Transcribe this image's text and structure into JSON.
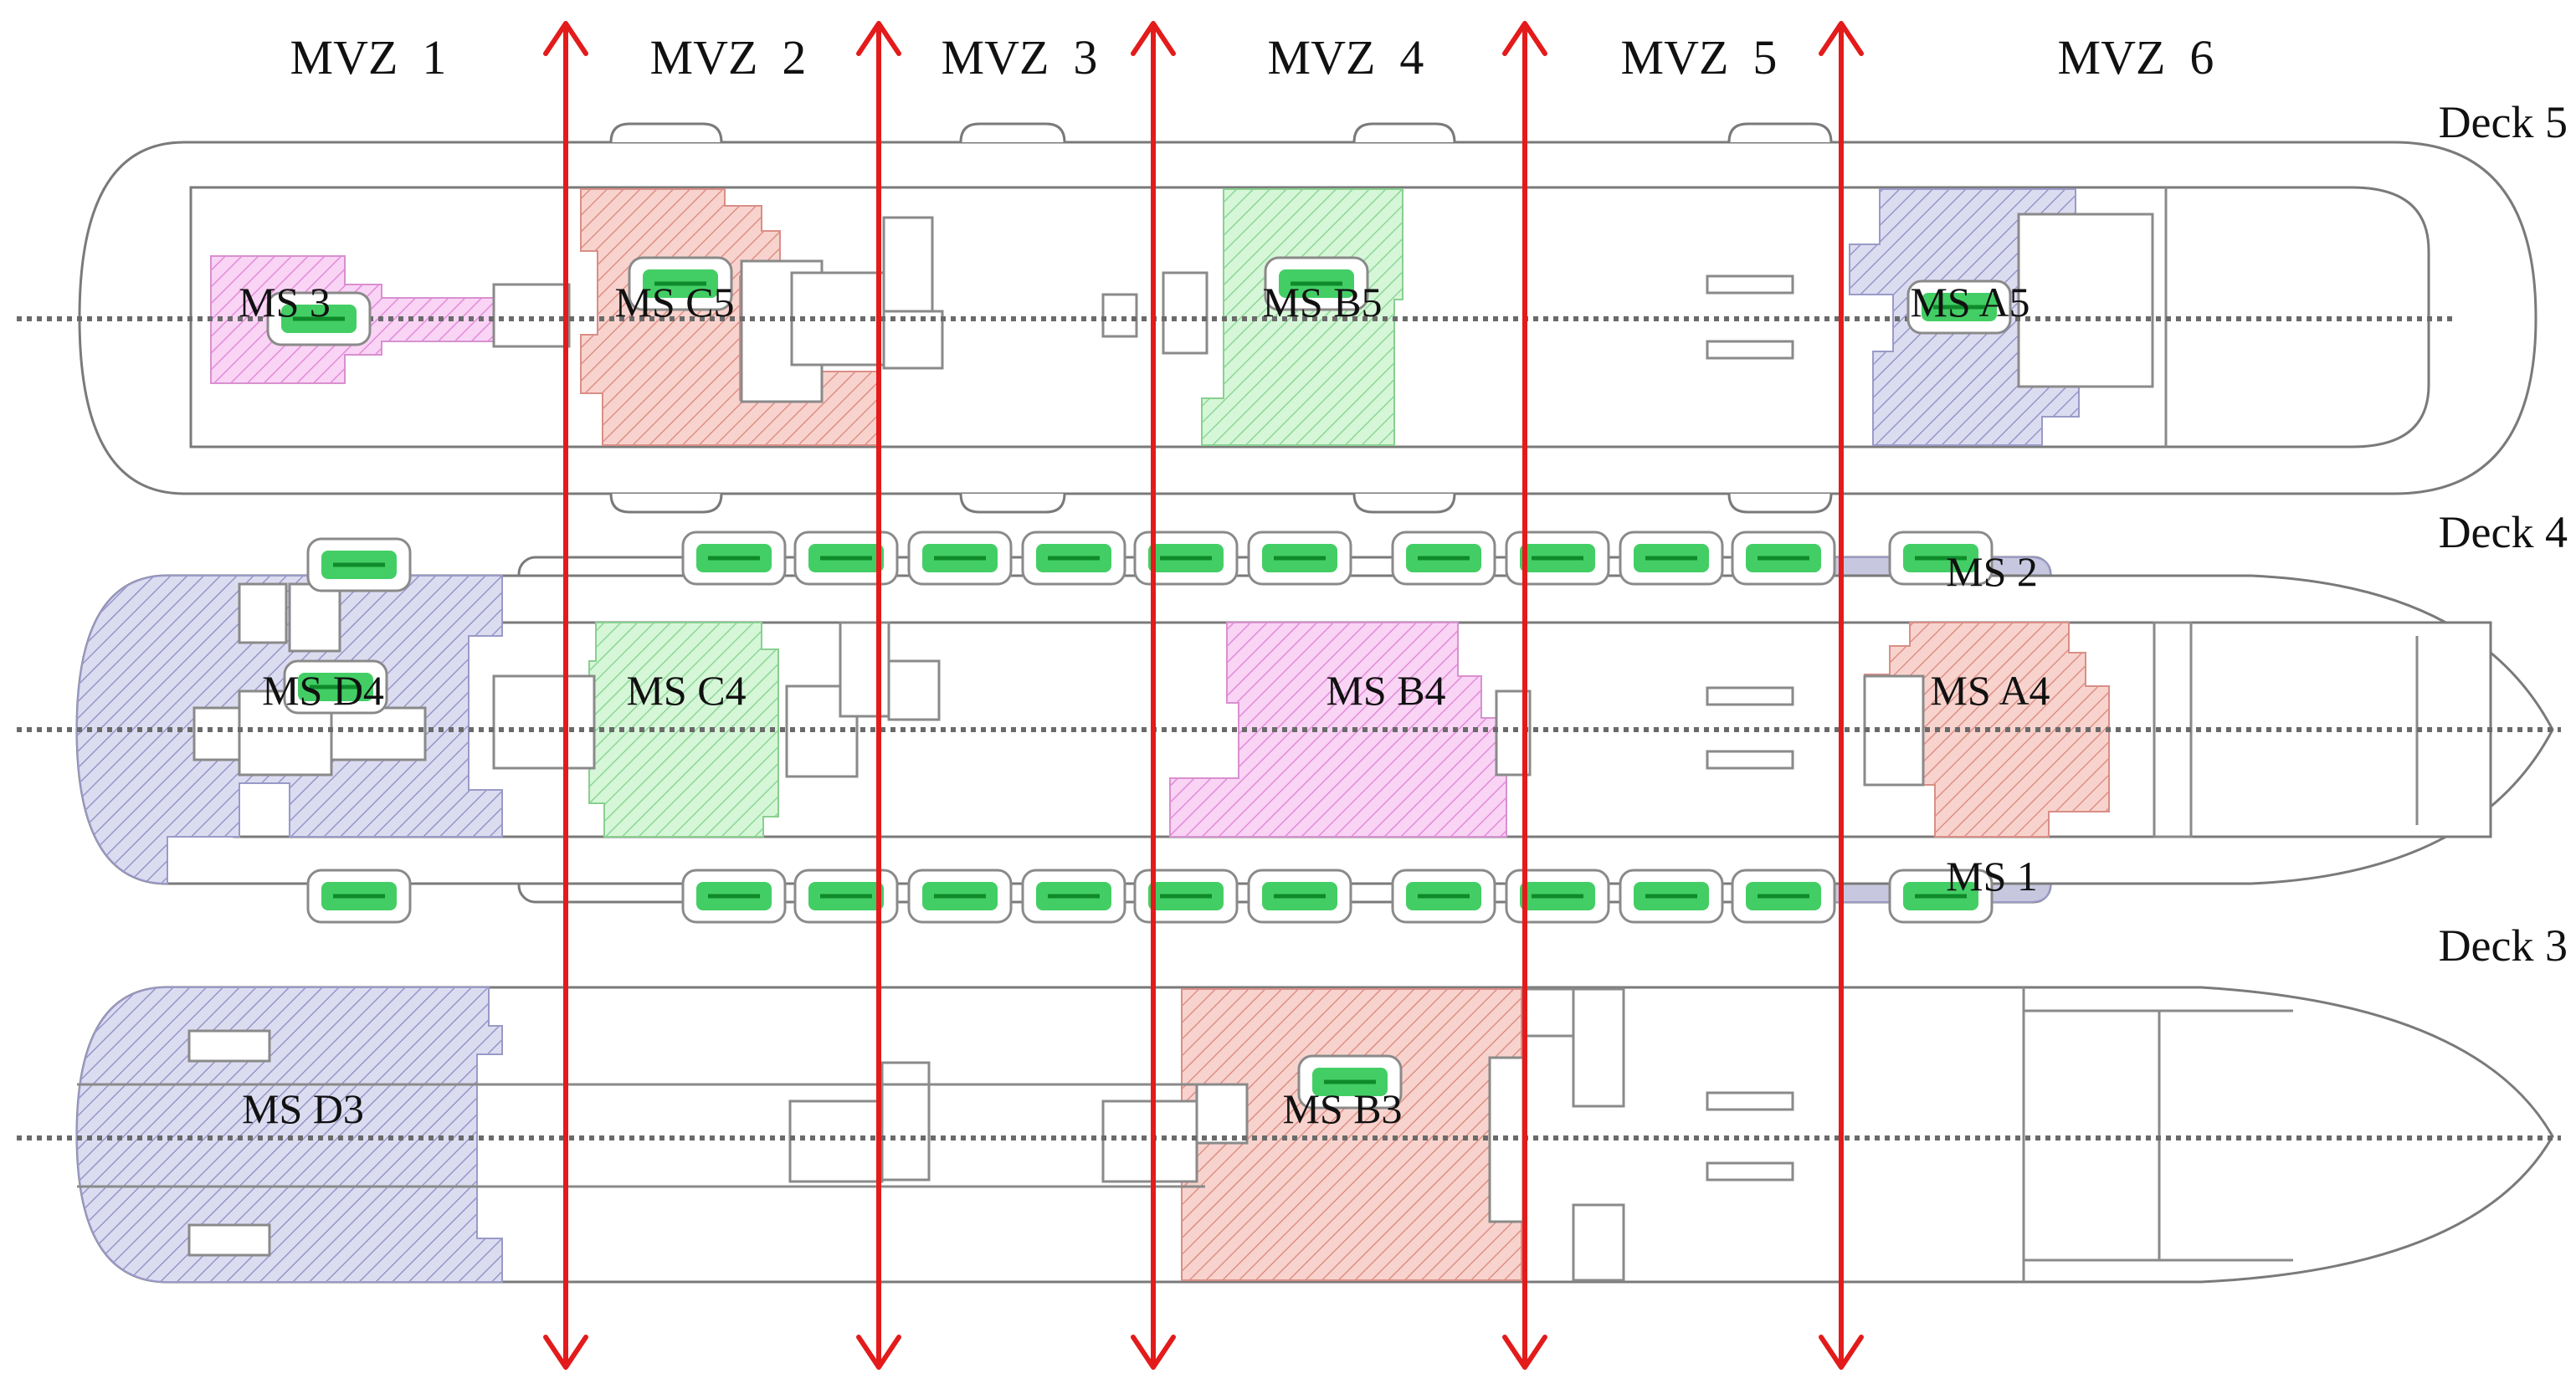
{
  "zones": [
    {
      "id": "mvz1",
      "label": "MVZ  1"
    },
    {
      "id": "mvz2",
      "label": "MVZ  2"
    },
    {
      "id": "mvz3",
      "label": "MVZ  3"
    },
    {
      "id": "mvz4",
      "label": "MVZ  4"
    },
    {
      "id": "mvz5",
      "label": "MVZ  5"
    },
    {
      "id": "mvz6",
      "label": "MVZ  6"
    }
  ],
  "decks": [
    {
      "id": "deck5",
      "label": "Deck 5"
    },
    {
      "id": "deck4",
      "label": "Deck 4"
    },
    {
      "id": "deck3",
      "label": "Deck 3"
    }
  ],
  "muster_stations": {
    "ms3": "MS 3",
    "msC5": "MS C5",
    "msB5": "MS B5",
    "msA5": "MS A5",
    "ms2": "MS 2",
    "msD4": "MS D4",
    "msC4": "MS C4",
    "msB4": "MS B4",
    "msA4": "MS A4",
    "ms1": "MS 1",
    "msD3": "MS D3",
    "msB3": "MS B3"
  },
  "colors": {
    "zone_boundary": "#e31b1b",
    "pink": "#f4b8ee",
    "salmon": "#f2b3aa",
    "green": "#b9efbe",
    "lavender": "#c4c4e6",
    "lifeboat": "#22c54a"
  }
}
